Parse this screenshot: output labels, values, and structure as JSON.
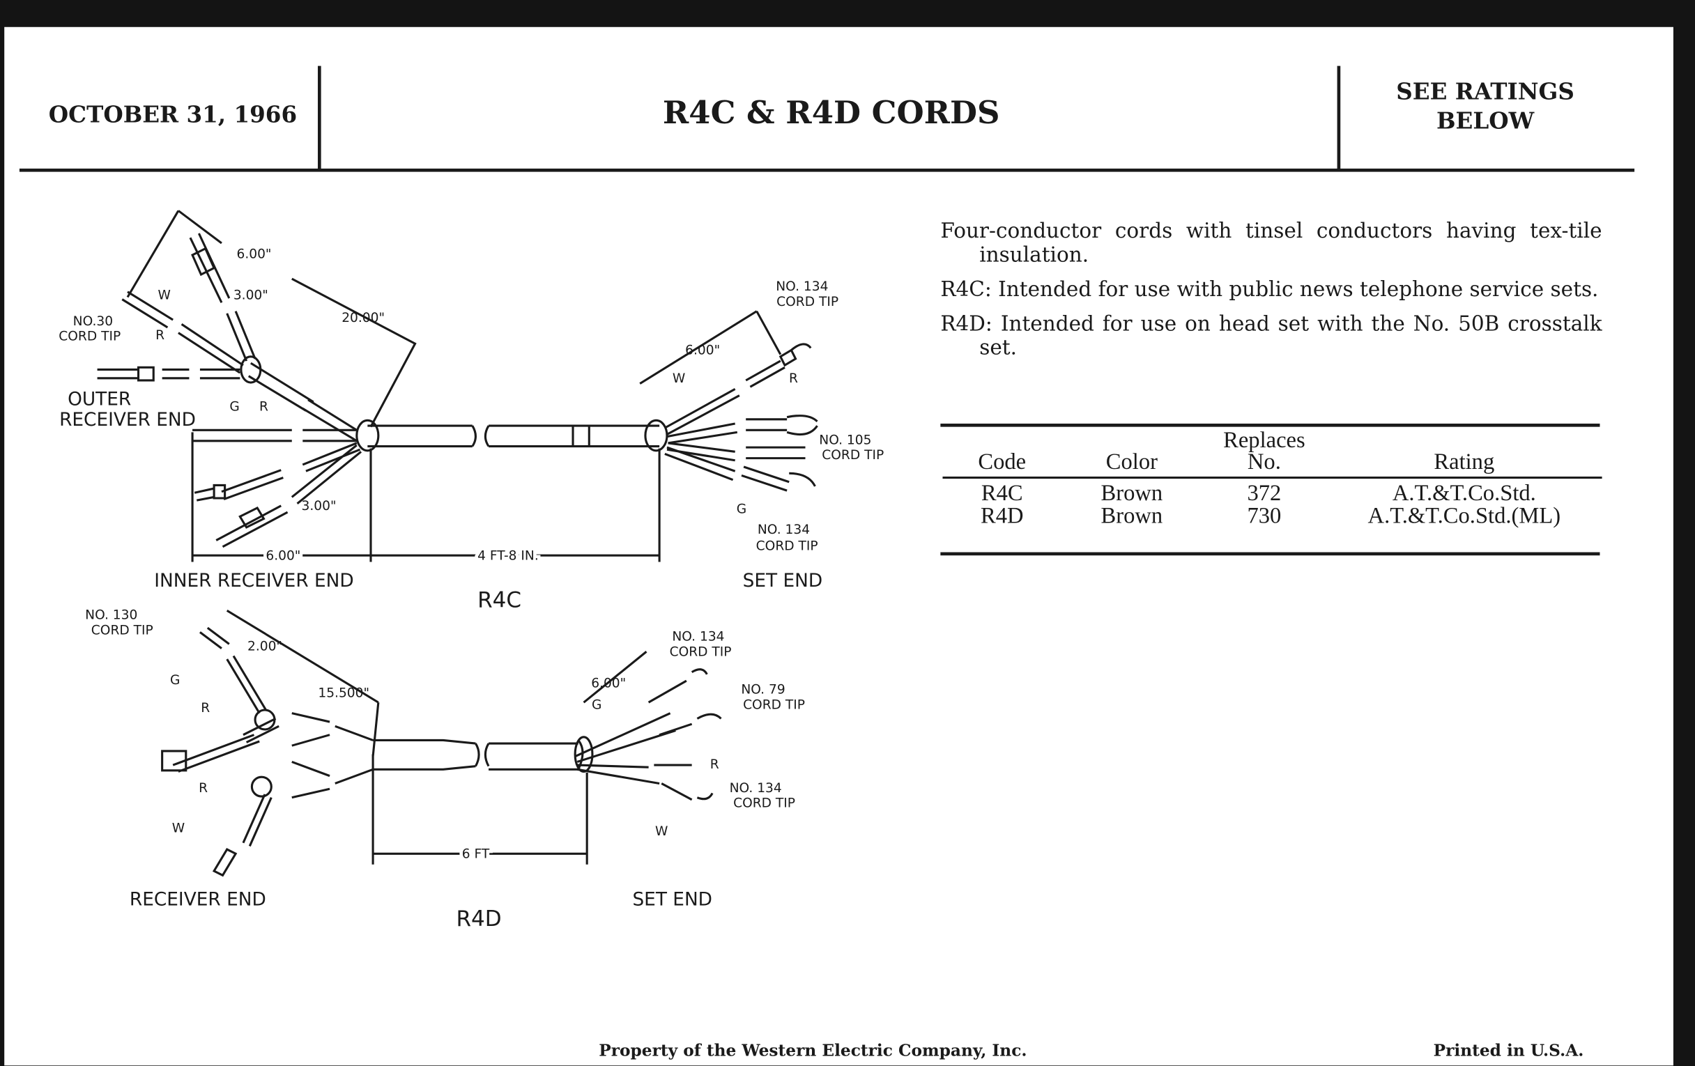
{
  "header": {
    "date": "OCTOBER 31, 1966",
    "title": "R4C & R4D CORDS",
    "rating_line1": "SEE RATINGS",
    "rating_line2": "BELOW"
  },
  "description": [
    "Four-conductor cords with tinsel conductors having tex-tile insulation.",
    "R4C: Intended for use with public news telephone service sets.",
    "R4D: Intended for use on head set with the No. 50B crosstalk set."
  ],
  "table": {
    "headers": {
      "code": "Code",
      "color": "Color",
      "replaces_1": "Replaces",
      "replaces_2": "No.",
      "rating": "Rating"
    },
    "rows": [
      {
        "code": "R4C",
        "color": "Brown",
        "replaces": "372",
        "rating": "A.T.&T.Co.Std."
      },
      {
        "code": "R4D",
        "color": "Brown",
        "replaces": "730",
        "rating": "A.T.&T.Co.Std.(ML)"
      }
    ]
  },
  "r4c": {
    "name": "R4C",
    "outer_tip_1": "NO.30",
    "outer_tip_2": "CORD TIP",
    "outer_r": "R",
    "outer_end_1": "OUTER",
    "outer_end_2": "RECEIVER END",
    "dim_6_top": "6.00\"",
    "w": "W",
    "dim_3_top": "3.00\"",
    "dim_20": "20.00\"",
    "g": "G",
    "r": "R",
    "dim_3_bottom": "3.00\"",
    "dim_6_bottom": "6.00\"",
    "dim_length": "4 FT-8 IN.",
    "inner_end": "INNER RECEIVER END",
    "set_tip1_1": "NO. 134",
    "set_tip1_2": "CORD TIP",
    "set_dim": "6.00\"",
    "set_w": "W",
    "set_r": "R",
    "set_tip2_1": "NO. 105",
    "set_tip2_2": "CORD TIP",
    "set_g": "G",
    "set_tip3_1": "NO. 134",
    "set_tip3_2": "CORD TIP",
    "set_end": "SET END"
  },
  "r4d": {
    "name": "R4D",
    "tip_1": "NO. 130",
    "tip_2": "CORD TIP",
    "dim_2": "2.00\"",
    "g": "G",
    "dim_15": "15.500\"",
    "r1": "R",
    "r2": "R",
    "w": "W",
    "dim_length": "6 FT",
    "receiver_end": "RECEIVER END",
    "set_end": "SET END",
    "set_tip1_1": "NO. 134",
    "set_tip1_2": "CORD TIP",
    "set_dim": "6.00\"",
    "set_g": "G",
    "set_tip2_1": "NO. 79",
    "set_tip2_2": "CORD TIP",
    "set_r": "R",
    "set_tip3_1": "NO. 134",
    "set_tip3_2": "CORD TIP",
    "set_w": "W"
  },
  "footer": {
    "property": "Property of the Western Electric Company, Inc.",
    "printed": "Printed in U.S.A."
  }
}
